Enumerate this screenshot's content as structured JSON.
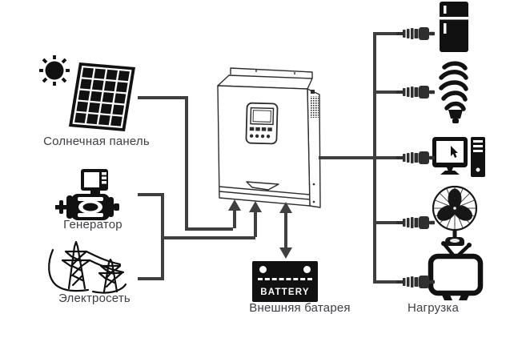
{
  "colors": {
    "line": "#3f3f3f",
    "icon": "#111111",
    "label_text": "#3e3e44",
    "battery_bg": "#111111",
    "battery_text_color": "#ffffff",
    "background": "#ffffff"
  },
  "nodes": {
    "solar": {
      "label": "Солнечная панель",
      "icon": "solar-panel-icon",
      "extra_icon": "sun-icon"
    },
    "generator": {
      "label": "Генератор",
      "icon": "generator-icon"
    },
    "grid": {
      "label": "Электросеть",
      "icon": "power-grid-icon"
    },
    "inverter": {
      "icon": "inverter-icon"
    },
    "battery": {
      "label": "Внешняя батарея",
      "text": "BATTERY",
      "icon": "battery-icon"
    },
    "loads": {
      "label": "Нагрузка",
      "plug_icon": "power-plug-icon",
      "items": [
        {
          "name": "refrigerator",
          "icon": "refrigerator-icon"
        },
        {
          "name": "cfl-bulb",
          "icon": "cfl-bulb-icon"
        },
        {
          "name": "computer",
          "icon": "computer-icon"
        },
        {
          "name": "fan",
          "icon": "fan-icon"
        },
        {
          "name": "tv",
          "icon": "tv-icon"
        }
      ]
    }
  },
  "connections": [
    {
      "from": "solar-panel",
      "to": "inverter",
      "type": "arrow"
    },
    {
      "from": "generator",
      "to": "inverter",
      "type": "arrow"
    },
    {
      "from": "power-grid",
      "to": "inverter",
      "type": "arrow"
    },
    {
      "from": "inverter",
      "to": "battery",
      "type": "double-arrow"
    },
    {
      "from": "inverter",
      "to": "loads",
      "type": "bus-with-plugs"
    }
  ]
}
